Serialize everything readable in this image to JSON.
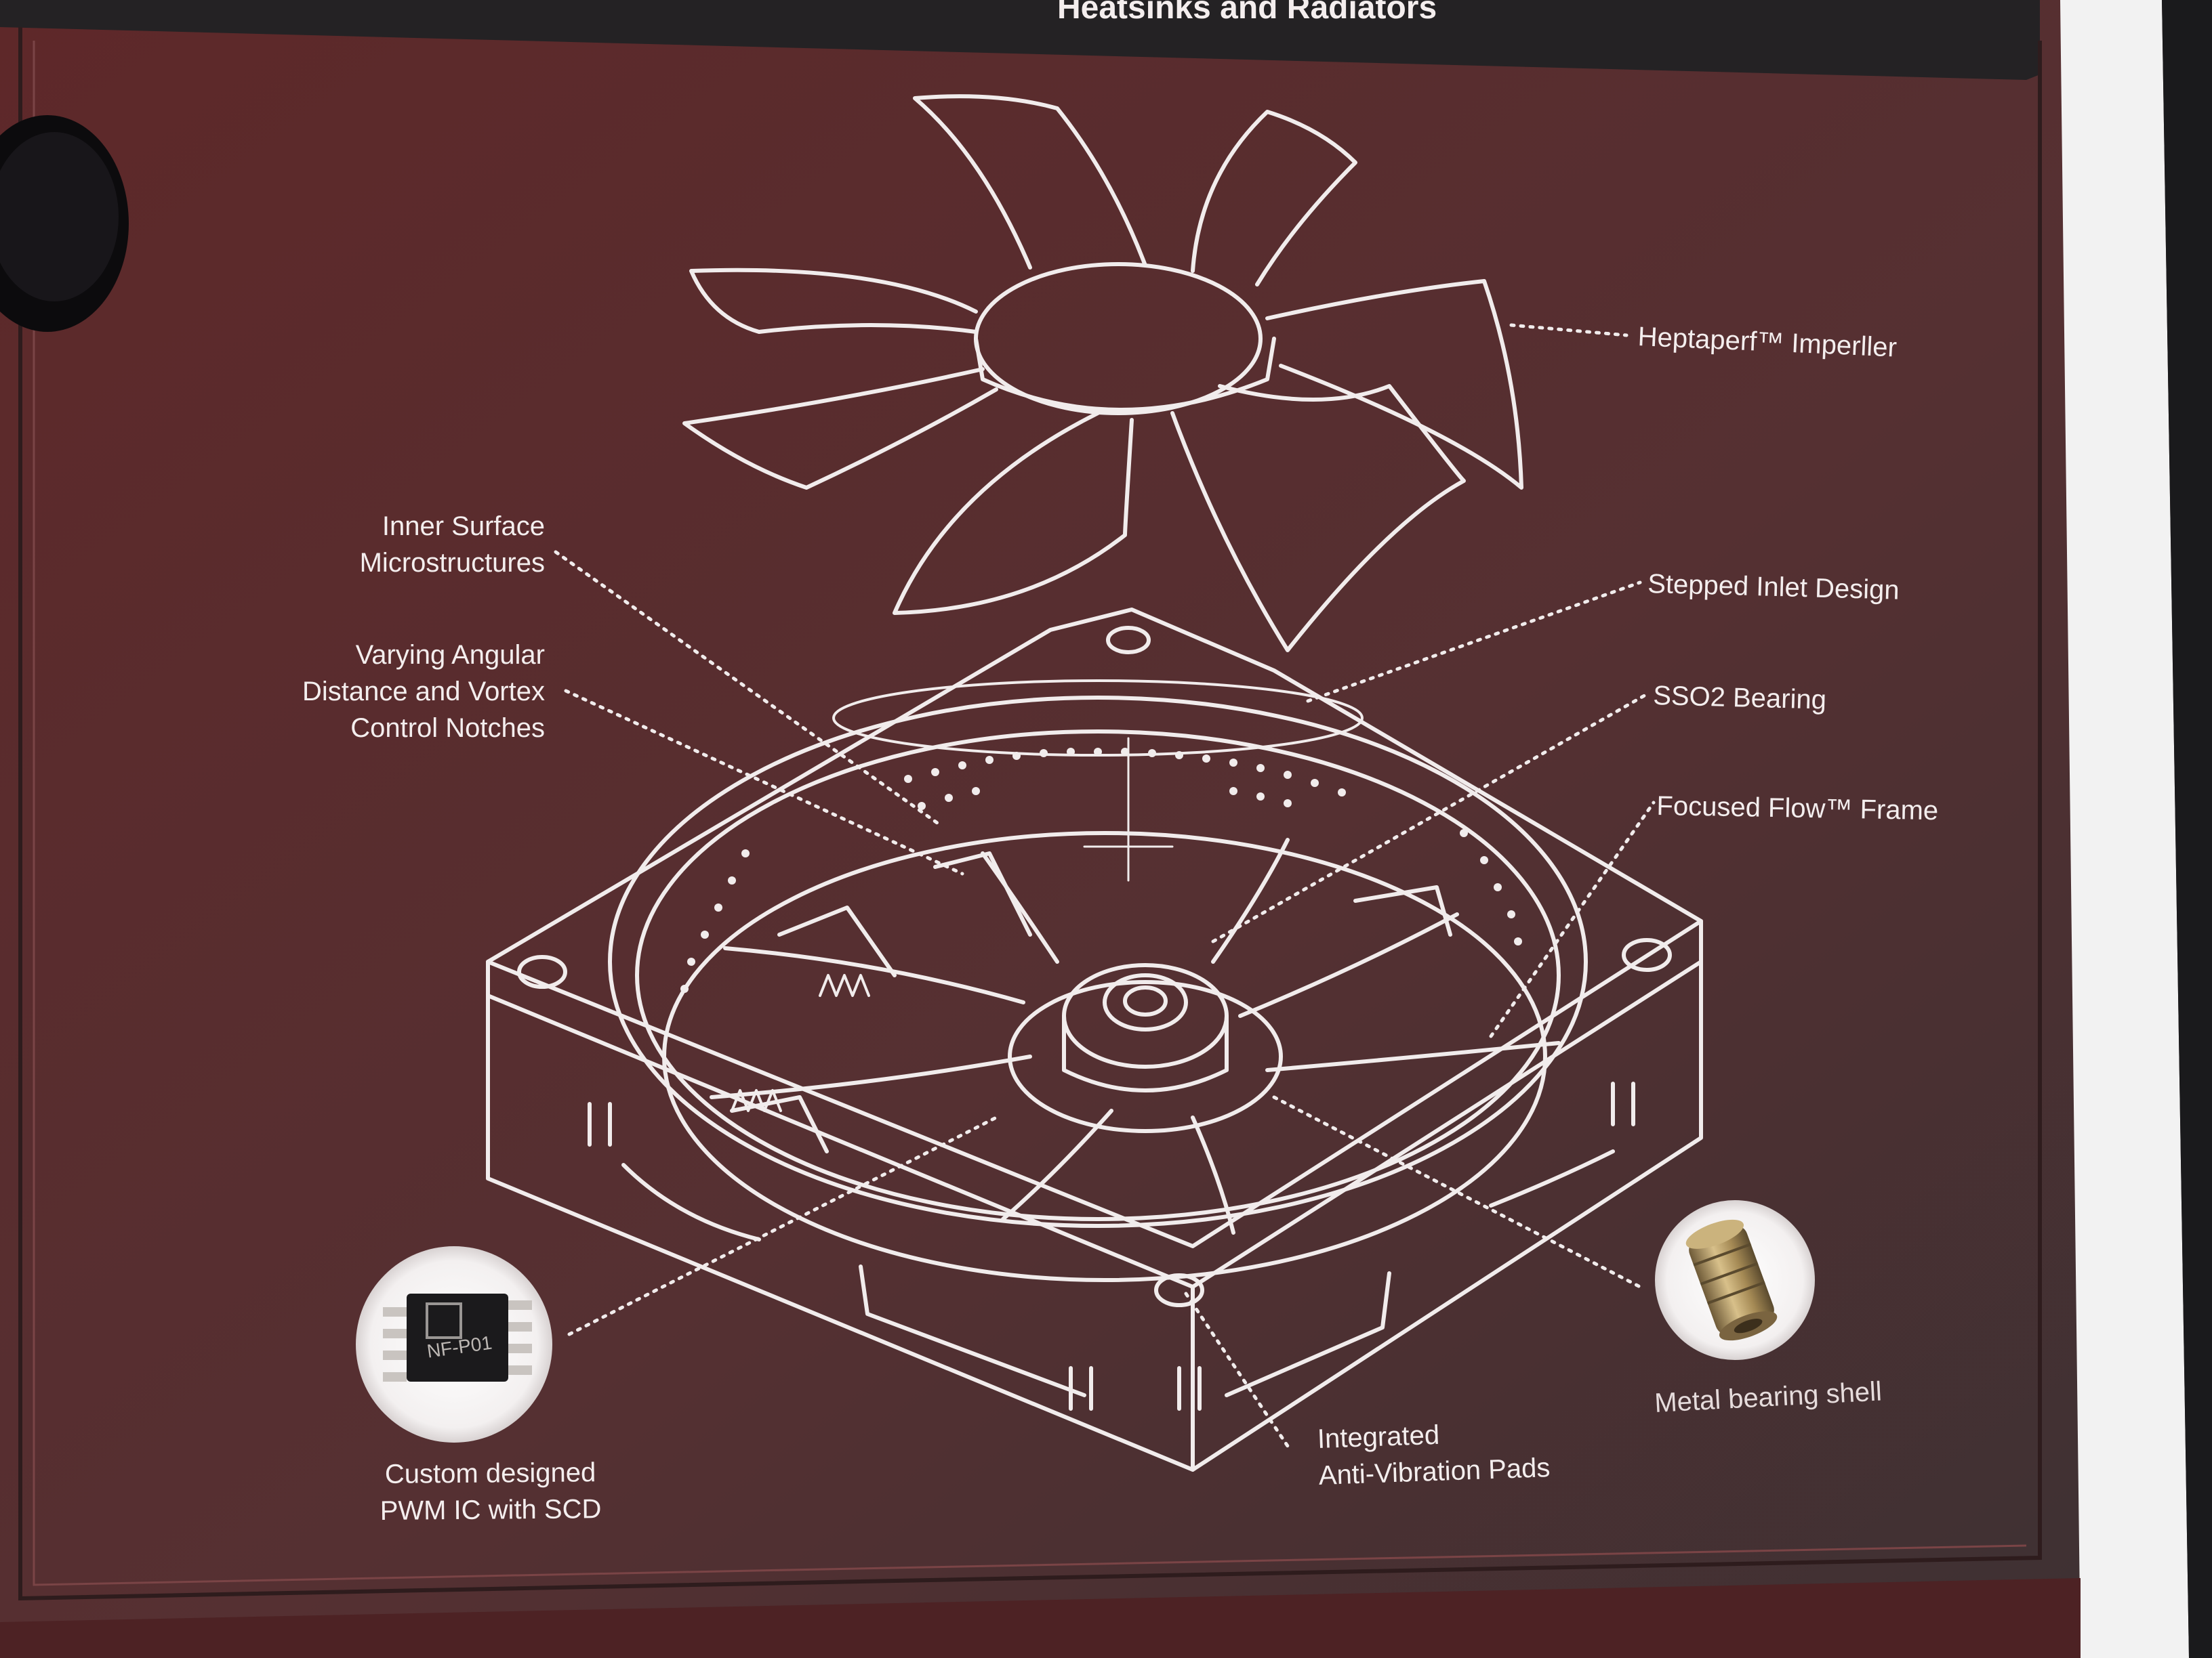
{
  "header": {
    "text": "Heatsinks and Radiators"
  },
  "labels": {
    "impeller": "Heptaperf™ Imperller",
    "stepped_inlet": "Stepped Inlet Design",
    "bearing": "SSO2 Bearing",
    "frame": "Focused Flow™ Frame",
    "inner_surface": [
      "Inner Surface",
      "Microstructures"
    ],
    "varying": [
      "Varying Angular",
      "Distance and Vortex",
      "Control Notches"
    ],
    "pwm": [
      "Custom designed",
      "PWM IC with SCD"
    ],
    "chip_marking": "NF-P01",
    "pads": [
      "Integrated",
      "Anti-Vibration Pads"
    ],
    "bearing_shell": "Metal bearing shell"
  },
  "colors": {
    "board": "#5e2a2c",
    "line": "#f1ecec",
    "header_band": "#242224"
  }
}
